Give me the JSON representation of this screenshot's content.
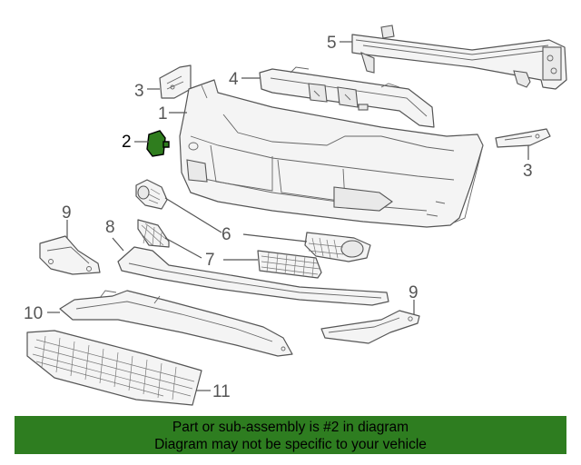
{
  "callouts": {
    "c1": "1",
    "c2": "2",
    "c3a": "3",
    "c3b": "3",
    "c4": "4",
    "c5": "5",
    "c6": "6",
    "c7": "7",
    "c8": "8",
    "c9a": "9",
    "c9b": "9",
    "c10": "10",
    "c11": "11"
  },
  "highlighted_part": "2",
  "colors": {
    "highlight": "#2f7d1e",
    "banner": "#2e7d20",
    "line": "#555555"
  },
  "banner": {
    "line1": "Part or sub-assembly is #2 in diagram",
    "line2": "Diagram may not be specific to your vehicle"
  }
}
